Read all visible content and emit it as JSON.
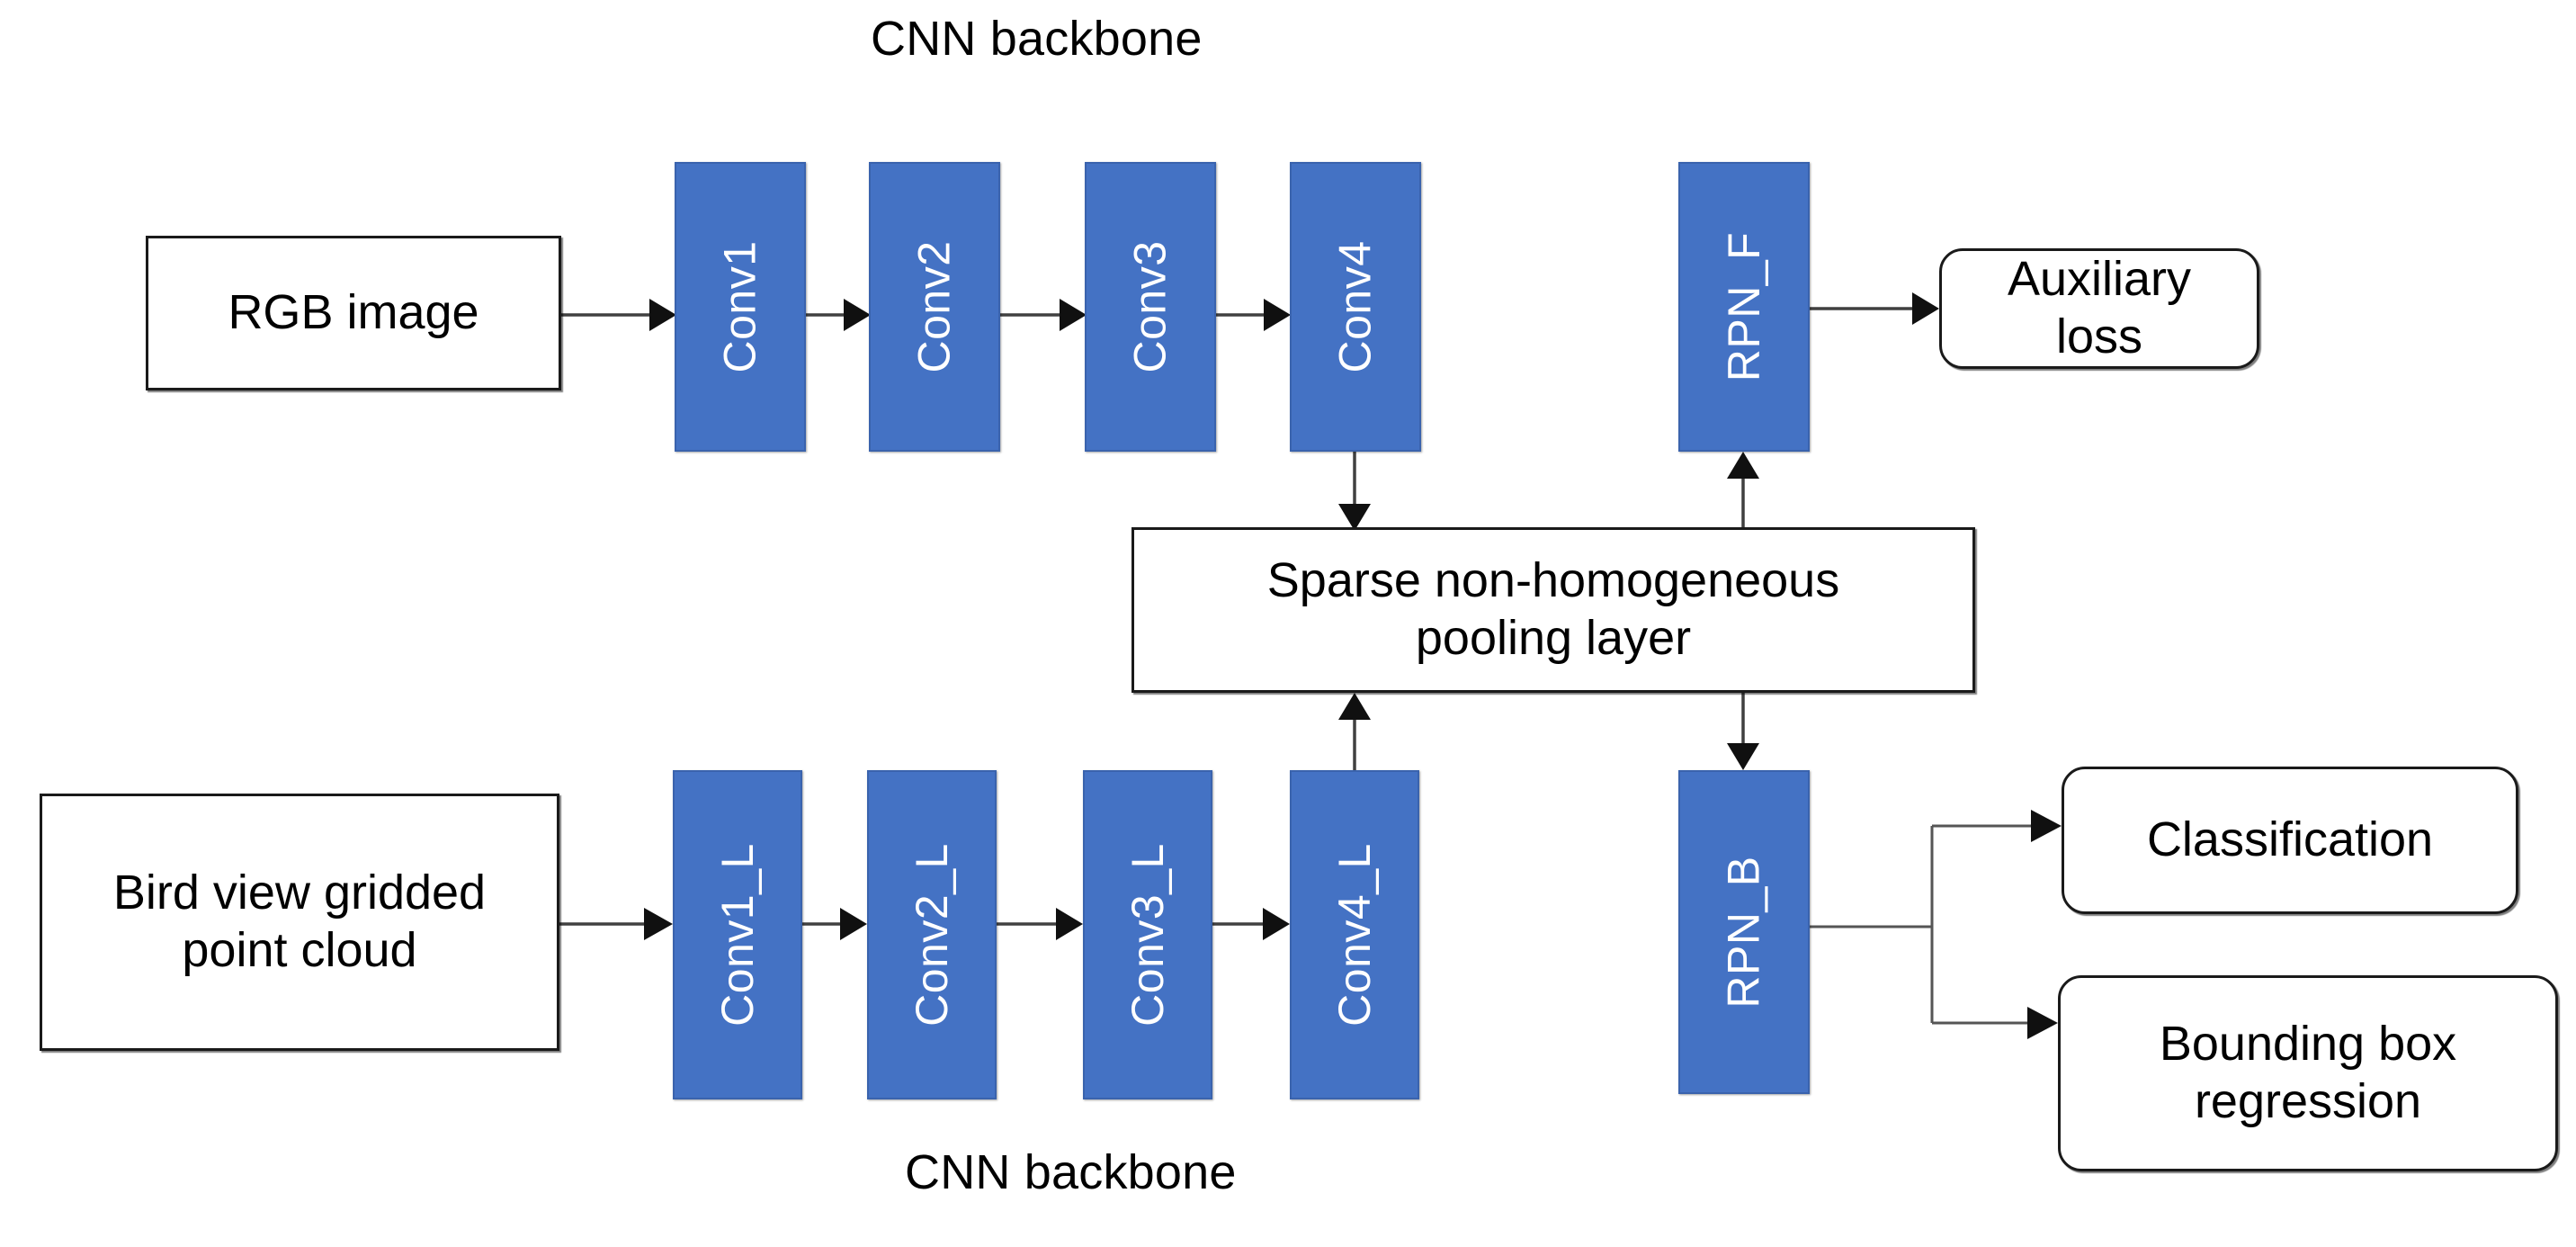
{
  "diagram": {
    "title_top": "CNN backbone",
    "title_bottom": "CNN backbone",
    "accent_color": "#4472C4",
    "line_color": "#404040",
    "background": "#ffffff"
  },
  "inputs": {
    "rgb_image": "RGB image",
    "point_cloud_line1": "Bird view gridded",
    "point_cloud_line2": "point cloud",
    "point_cloud_full": "Bird view gridded point cloud"
  },
  "image_branch": {
    "blocks": [
      {
        "label": "Conv1"
      },
      {
        "label": "Conv2"
      },
      {
        "label": "Conv3"
      },
      {
        "label": "Conv4"
      }
    ],
    "rpn": {
      "label": "RPN_F"
    }
  },
  "lidar_branch": {
    "blocks": [
      {
        "label": "Conv1_L"
      },
      {
        "label": "Conv2_L"
      },
      {
        "label": "Conv3_L"
      },
      {
        "label": "Conv4_L"
      }
    ],
    "rpn": {
      "label": "RPN_B"
    }
  },
  "fusion": {
    "line1": "Sparse non-homogeneous",
    "line2": "pooling layer",
    "full": "Sparse non-homogeneous pooling layer"
  },
  "outputs": {
    "auxiliary_loss": "Auxiliary loss",
    "classification": "Classification",
    "bbox_line1": "Bounding box",
    "bbox_line2": "regression",
    "bbox_full": "Bounding box regression"
  }
}
